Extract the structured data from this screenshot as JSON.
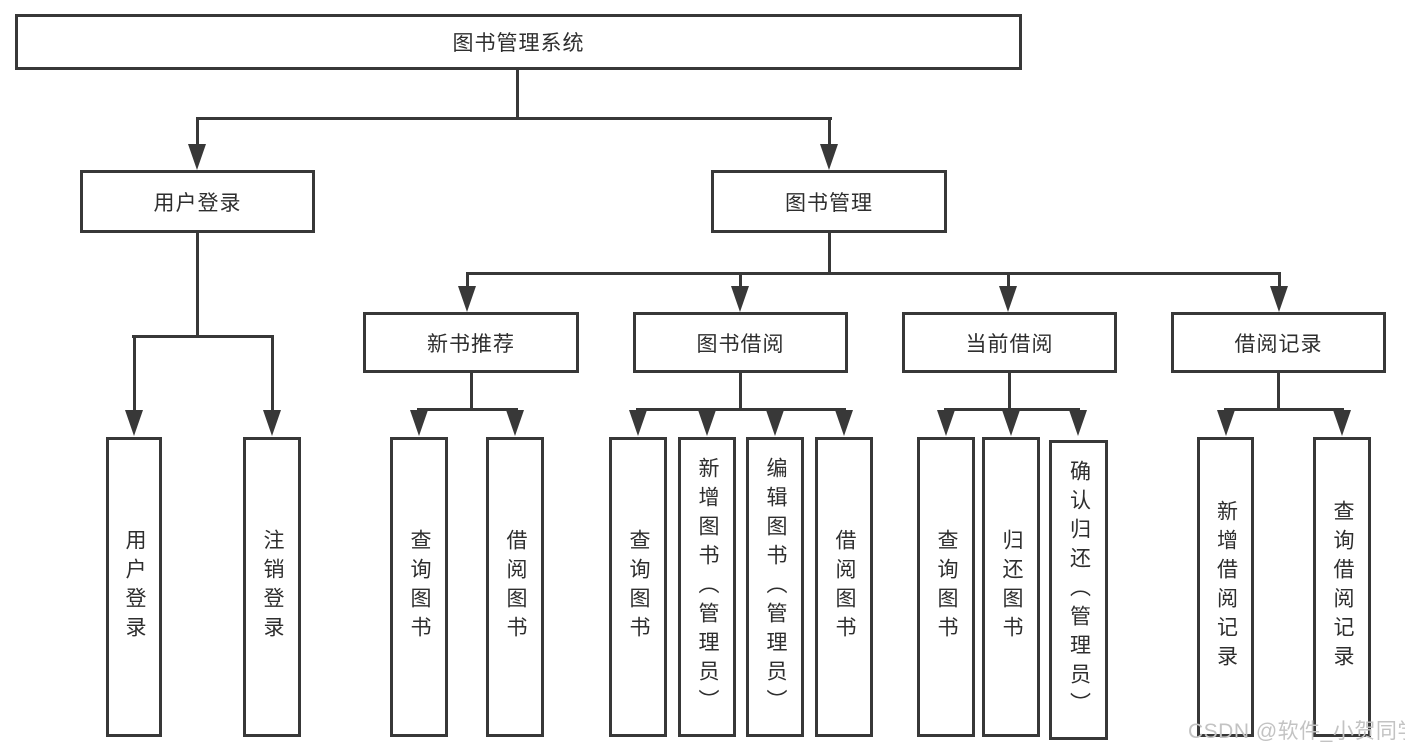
{
  "colors": {
    "line": "#383838",
    "text": "#2e2e2e",
    "background": "#ffffff",
    "watermark": "#c3c3c3"
  },
  "watermark": {
    "text": "CSDN @软件_小贺同学"
  },
  "tree": {
    "root": {
      "label": "图书管理系统"
    },
    "branches": [
      {
        "label": "用户登录",
        "children": [
          {
            "label": "用户登录"
          },
          {
            "label": "注销登录"
          }
        ]
      },
      {
        "label": "图书管理",
        "children": [
          {
            "label": "新书推荐",
            "children": [
              {
                "label": "查询图书"
              },
              {
                "label": "借阅图书"
              }
            ]
          },
          {
            "label": "图书借阅",
            "children": [
              {
                "label": "查询图书"
              },
              {
                "label": "新增图书（管理员）"
              },
              {
                "label": "编辑图书（管理员）"
              },
              {
                "label": "借阅图书"
              }
            ]
          },
          {
            "label": "当前借阅",
            "children": [
              {
                "label": "查询图书"
              },
              {
                "label": "归还图书"
              },
              {
                "label": "确认归还（管理员）"
              }
            ]
          },
          {
            "label": "借阅记录",
            "children": [
              {
                "label": "新增借阅记录"
              },
              {
                "label": "查询借阅记录"
              }
            ]
          }
        ]
      }
    ]
  }
}
